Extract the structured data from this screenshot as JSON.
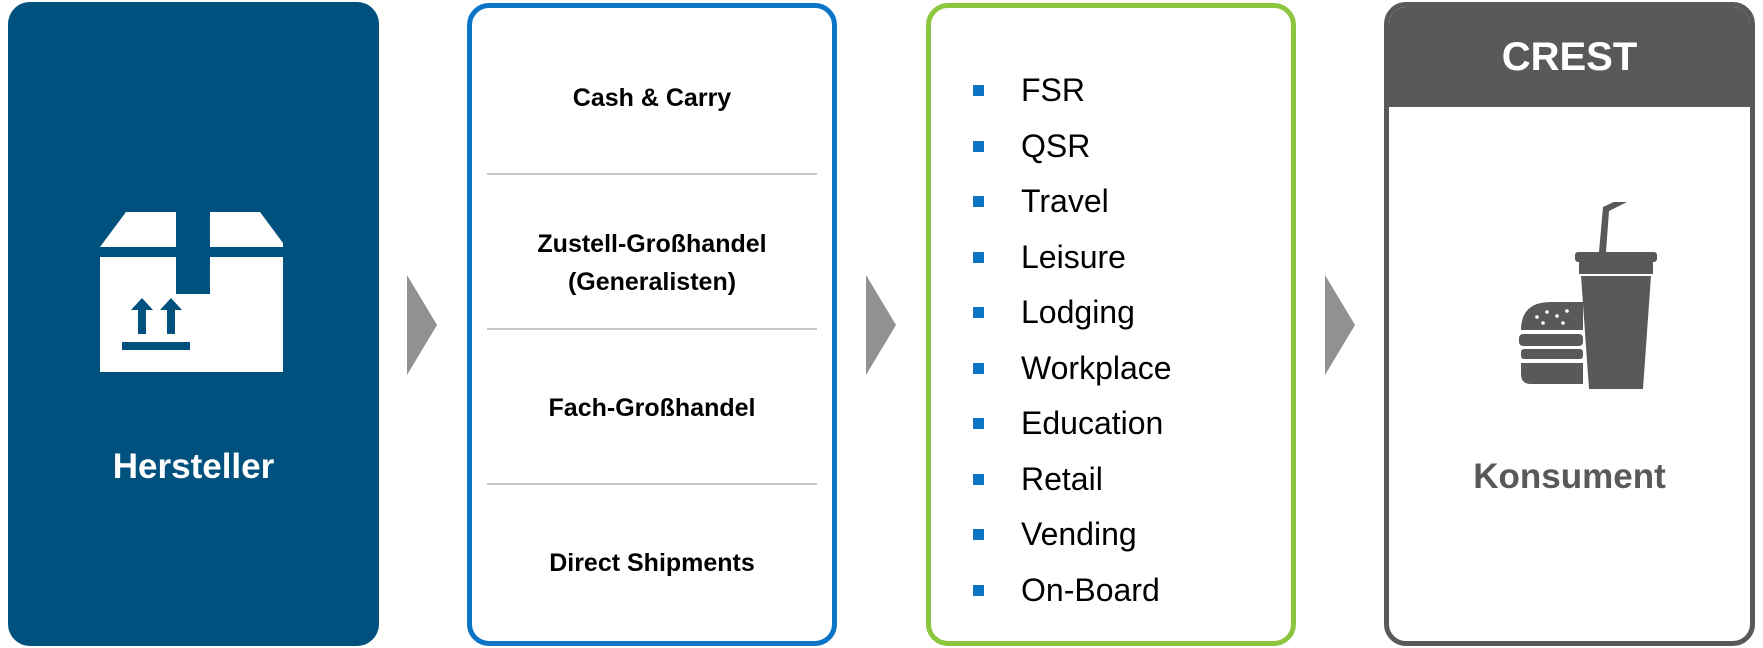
{
  "manufacturer": {
    "label": "Hersteller",
    "icon": "package-box-icon",
    "color": "#00517d"
  },
  "channels": {
    "border_color": "#0b74c4",
    "items": [
      {
        "label": "Cash & Carry"
      },
      {
        "label": "Zustell-Großhandel\n(Generalisten)"
      },
      {
        "label": "Fach-Großhandel"
      },
      {
        "label": "Direct Shipments"
      }
    ]
  },
  "segments": {
    "border_color": "#8cc63f",
    "bullet_color": "#0b74c4",
    "items": [
      "FSR",
      "QSR",
      "Travel",
      "Leisure",
      "Lodging",
      "Workplace",
      "Education",
      "Retail",
      "Vending",
      "On-Board"
    ]
  },
  "consumer": {
    "header": "CREST",
    "label": "Konsument",
    "icon": "burger-and-drink-icon",
    "color": "#58595b"
  },
  "arrows": {
    "color": "#8f9192",
    "icon": "chevron-right-icon"
  }
}
